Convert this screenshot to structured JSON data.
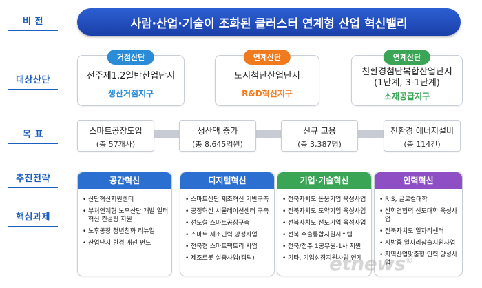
{
  "labels": {
    "vision": "비    전",
    "target_complex": "대상산단",
    "goal": "목    표",
    "strategy": "추진전략",
    "tasks": "핵심과제"
  },
  "vision": "사람·산업·기술이 조화된 클러스터 연계형 산업 혁신밸리",
  "complexes": [
    {
      "tag": "거점산단",
      "name": "전주제1,2일반산업단지",
      "sub": "생산거점지구",
      "tag_color": "#2a8bd6",
      "sub_color": "#2a8bd6"
    },
    {
      "tag": "연계산단",
      "name": "도시첨단산업단지",
      "sub": "R&D혁신지구",
      "tag_color": "#f07b1e",
      "sub_color": "#f07b1e"
    },
    {
      "tag": "연계산단",
      "name": "친환경첨단복합산업단지",
      "name2": "(1단계, 3-1단계)",
      "sub": "소재공급지구",
      "tag_color": "#3aa655",
      "sub_color": "#3aa655"
    }
  ],
  "targets": [
    {
      "title": "스마트공장도입",
      "value": "(총 57개사)"
    },
    {
      "title": "생산액 증가",
      "value": "(총 8,645억원)"
    },
    {
      "title": "신규 고용",
      "value": "(총 3,387명)"
    },
    {
      "title": "친환경 에너지설비",
      "value": "(총 114건)"
    }
  ],
  "strategies": [
    {
      "title": "공간혁신",
      "color": "#2b6fd1",
      "items": [
        "산단혁신지원센터",
        "부처연계형 노후산단 개발 일터혁신 컨설팅 지원",
        "노후공장 청년친화 리뉴얼",
        "산업단지 환경 개선 펀드"
      ]
    },
    {
      "title": "디지털혁신",
      "color": "#2b6fd1",
      "items": [
        "스마트산단 제조혁신 기반구축",
        "공정혁신 시뮬레이션센터 구축",
        "선도형 스마트공장구축",
        "스마트 제조인력 양성사업",
        "전북형 스마트팩토리 사업",
        "제조로봇 실증사업(캠틱)"
      ]
    },
    {
      "title": "기업·기술혁신",
      "color": "#3aa655",
      "items": [
        "전북자치도 돋움기업 육성사업",
        "전북자치도 도약기업 육성사업",
        "전북자치도 선도기업 육성사업",
        "전북 수출통합지원시스템",
        "전북/전주 1공무원-1사 지원",
        "기타, 기업성장지원사업 연계"
      ]
    },
    {
      "title": "인력혁신",
      "color": "#8e4fc4",
      "items": [
        "RIS, 글로컬대학",
        "산학연협력 선도대학 육성사업",
        "전북자치도 일자리센터",
        "지방중 일자리창출지원사업",
        "지역산업맞춤형 인력 양성사업"
      ]
    }
  ],
  "watermark": {
    "text": "etnews",
    "mark": "©"
  }
}
